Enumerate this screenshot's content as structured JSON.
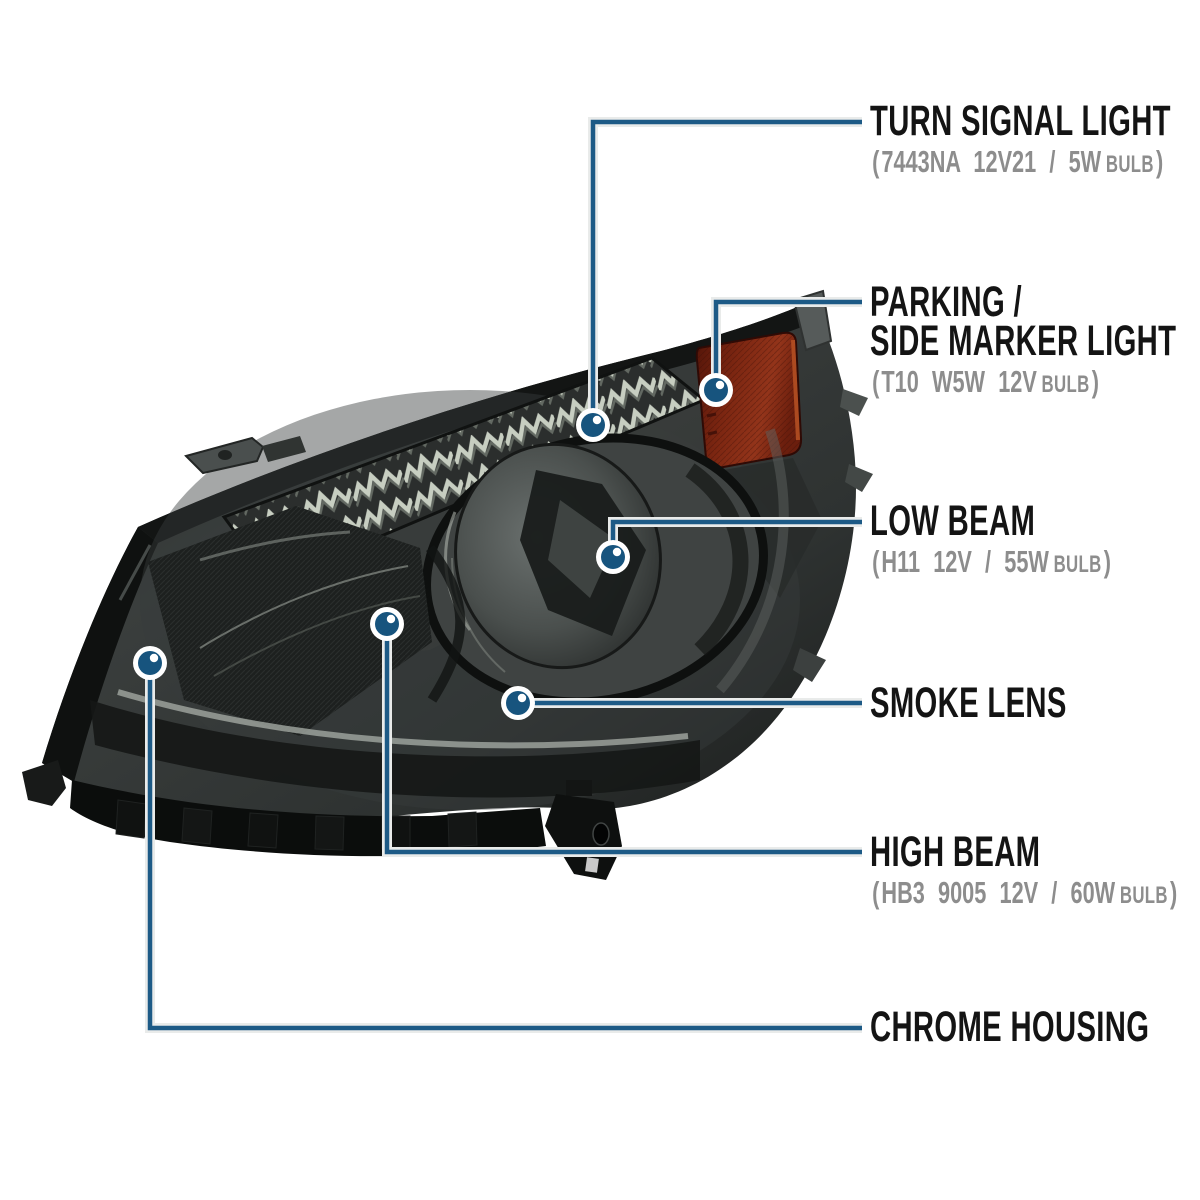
{
  "punct": {
    "open": "(",
    "close": ")"
  },
  "colors": {
    "background": "#ffffff",
    "callout_line_blue": "#1d5a86",
    "callout_dot_blue": "#17547e",
    "title_black": "#141414",
    "spec_gray": "#8d8d8d",
    "amber_reflector": "#7c2611",
    "smoke_lens_gray": "#3a3e3d"
  },
  "callouts": [
    {
      "id": "turn-signal-light",
      "title_lines": [
        "TURN SIGNAL LIGHT"
      ],
      "spec": "7443NA 12V21 / 5W",
      "bulb_word": "BULB"
    },
    {
      "id": "parking-side-marker-light",
      "title_lines": [
        "PARKING /",
        "SIDE MARKER LIGHT"
      ],
      "spec": "T10 W5W 12V",
      "bulb_word": "BULB"
    },
    {
      "id": "low-beam",
      "title_lines": [
        "LOW BEAM"
      ],
      "spec": "H11 12V / 55W",
      "bulb_word": "BULB"
    },
    {
      "id": "smoke-lens",
      "title_lines": [
        "SMOKE LENS"
      ]
    },
    {
      "id": "high-beam",
      "title_lines": [
        "HIGH BEAM"
      ],
      "spec": "HB3 9005 12V / 60W",
      "bulb_word": "BULB"
    },
    {
      "id": "chrome-housing",
      "title_lines": [
        "CHROME HOUSING"
      ]
    }
  ]
}
